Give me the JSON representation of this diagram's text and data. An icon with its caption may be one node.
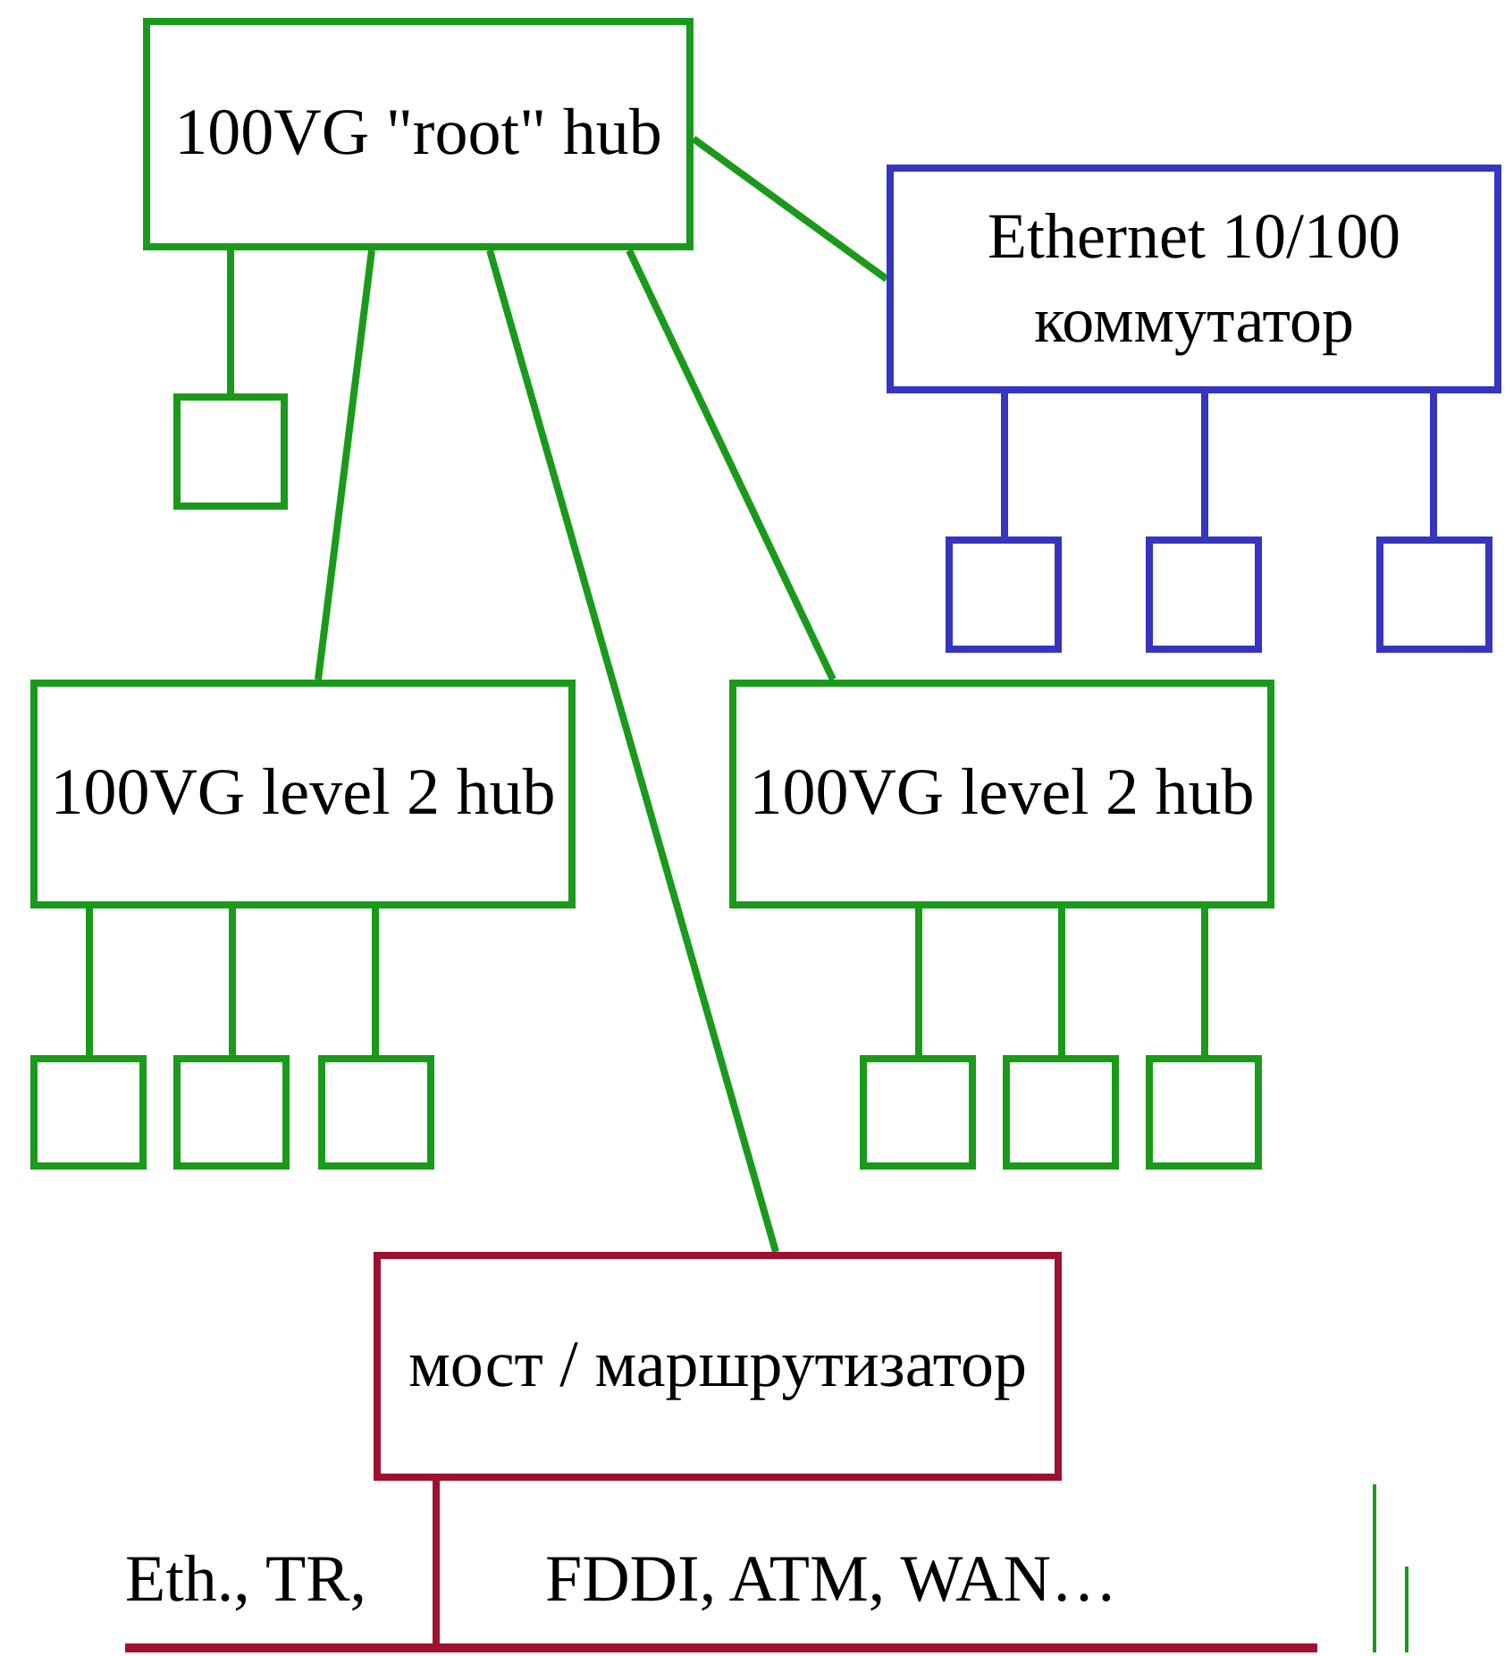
{
  "diagram": {
    "nodes": [
      {
        "text": [
          "100VG \"root\" hub"
        ]
      },
      {
        "text": [],
        "shape": "box"
      },
      {
        "text": [
          "Ethernet 10/100 коммутатор"
        ]
      },
      {
        "text": [],
        "shape": "box"
      },
      {
        "text": [],
        "shape": "box"
      },
      {
        "text": [],
        "shape": "box"
      },
      {
        "text": [
          "100VG level 2 hub"
        ]
      },
      {
        "text": [
          "100VG level 2 hub"
        ]
      },
      {
        "text": [],
        "shape": "box"
      },
      {
        "text": [],
        "shape": "box"
      },
      {
        "text": [],
        "shape": "box"
      },
      {
        "text": [],
        "shape": "box"
      },
      {
        "text": [],
        "shape": "box"
      },
      {
        "text": [],
        "shape": "box"
      },
      {
        "text": [
          "мост / маршрутизатор"
        ]
      },
      {
        "text": [],
        "shape": "bar"
      }
    ],
    "edges": [
      {
        "from": 0,
        "to": 1,
        "arrow": "none"
      },
      {
        "from": 0,
        "to": 2,
        "arrow": "none"
      },
      {
        "from": 0,
        "to": 6,
        "arrow": "none"
      },
      {
        "from": 0,
        "to": 14,
        "arrow": "none"
      },
      {
        "from": 0,
        "to": 7,
        "arrow": "none"
      },
      {
        "from": 2,
        "to": 3,
        "arrow": "none",
        "color": "#3535c0"
      },
      {
        "from": 2,
        "to": 4,
        "arrow": "none",
        "color": "#3535c0"
      },
      {
        "from": 2,
        "to": 5,
        "arrow": "none",
        "color": "#3535c0"
      },
      {
        "from": 6,
        "to": 8,
        "arrow": "none"
      },
      {
        "from": 6,
        "to": 9,
        "arrow": "none"
      },
      {
        "from": 6,
        "to": 10,
        "arrow": "none"
      },
      {
        "from": 7,
        "to": 11,
        "arrow": "none"
      },
      {
        "from": 7,
        "to": 12,
        "arrow": "none"
      },
      {
        "from": 7,
        "to": 13,
        "arrow": "none"
      },
      {
        "from": 14,
        "to": 15,
        "arrow": "none",
        "color": "#a01030"
      }
    ],
    "labels": [
      "Eth., TR,",
      "FDDI, ATM, WAN…"
    ]
  }
}
